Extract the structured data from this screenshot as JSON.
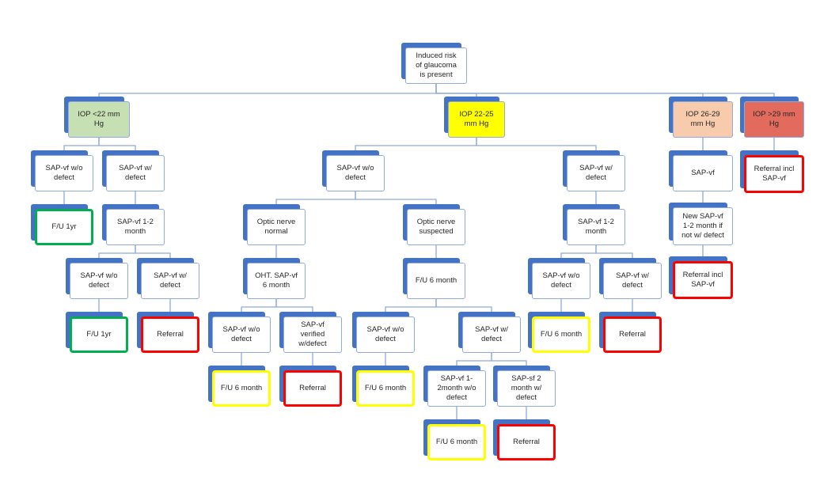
{
  "colors": {
    "connector": "#8faadc",
    "shadow": "#4472c4",
    "fill_green": "#c6e0b4",
    "fill_yellow": "#ffff00",
    "fill_peach": "#f8cbad",
    "fill_salmon": "#e26b5d",
    "outline_green": "#00b050",
    "outline_yellow": "#ffff00",
    "outline_red": "#ff0000"
  },
  "nodes": {
    "root": "Induced risk\nof glaucoma\nis present",
    "iop_lt22": "IOP <22  mm\nHg",
    "iop_22_25": "IOP 22-25\nmm Hg",
    "iop_26_29": "IOP 26-29\nmm Hg",
    "iop_gt29": "IOP >29  mm\nHg",
    "a_sap_wo": "SAP-vf w/o\ndefect",
    "a_sap_w": "SAP-vf w/\ndefect",
    "a_fu1yr": "F/U 1yr",
    "a_sap12": "SAP-vf 1-2\nmonth",
    "a_sap12_wo": "SAP-vf w/o\ndefect",
    "a_sap12_w": "SAP-vf w/\ndefect",
    "a_fu1yr_2": "F/U 1yr",
    "a_referral": "Referral",
    "b_sap_wo": "SAP-vf w/o\ndefect",
    "b_on_normal": "Optic nerve\nnormal",
    "b_ohtsap": "OHT. SAP-vf\n6 month",
    "b_ohtsap_wo": "SAP-vf w/o\ndefect",
    "b_ohtsap_verified": "SAP-vf\nverified\nw/defect",
    "b_fu6m_1": "F/U 6 month",
    "b_referral_1": "Referral",
    "b_on_susp": "Optic nerve\nsuspected",
    "b_fu6m_susp": "F/U 6 month",
    "b_susp_wo": "SAP-vf w/o\ndefect",
    "b_susp_w": "SAP-vf  w/\ndefect",
    "b_fu6m_2": "F/U 6 month",
    "b_sap12_wo": "SAP-vf 1-\n2month w/o\ndefect",
    "b_sapsf2": "SAP-sf 2\nmonth w/\ndefect",
    "b_fu6m_3": "F/U 6 month",
    "b_referral_2": "Referral",
    "c_sap_w": "SAP-vf  w/\ndefect",
    "c_sap12": "SAP-vf 1-2\nmonth",
    "c_sap12_wo": "SAP-vf w/o\ndefect",
    "c_sap12_w": "SAP-vf w/\ndefect",
    "c_fu6m": "F/U 6 month",
    "c_referral": "Referral",
    "d_sapvf": "SAP-vf",
    "d_newsap": "New SAP-vf\n1-2 month if\nnot w/ defect",
    "d_referral": "Referral incl\nSAP-vf",
    "e_referral": "Referral incl\nSAP-vf"
  }
}
